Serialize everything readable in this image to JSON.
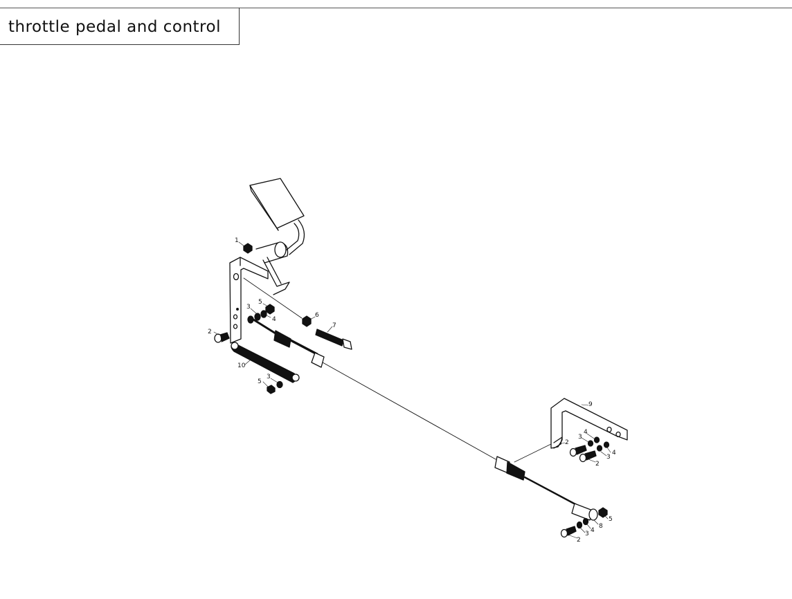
{
  "title": "throttle  pedal  and control",
  "callouts": {
    "c1": "1",
    "c2a": "2",
    "c3a": "3",
    "c4a": "4",
    "c5a": "5",
    "c6": "6",
    "c7": "7",
    "c10": "10",
    "c3b": "3",
    "c5b": "5",
    "c9": "9",
    "c2b": "2",
    "c4b": "4",
    "c3c": "3",
    "c4c": "4",
    "c3d": "3",
    "c2c": "2",
    "c5c": "5",
    "c8": "8",
    "c4d": "4",
    "c3e": "3",
    "c2d": "2"
  },
  "colors": {
    "ink": "#111111"
  }
}
